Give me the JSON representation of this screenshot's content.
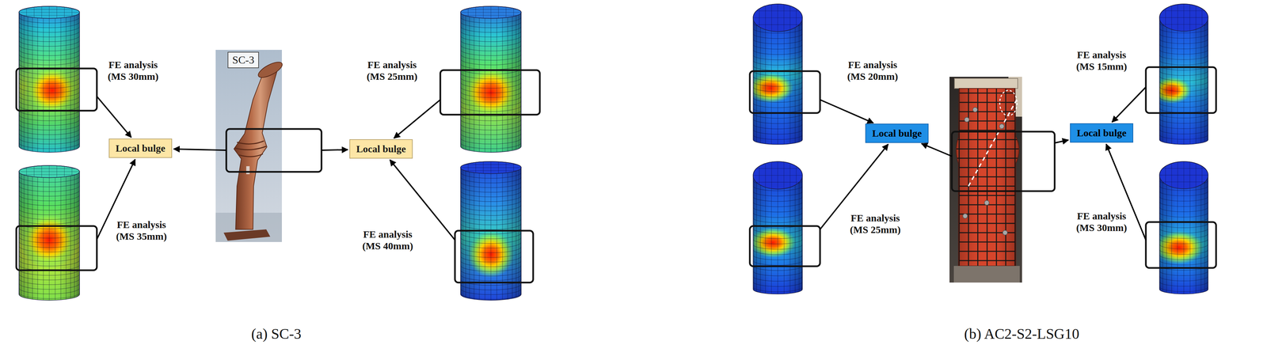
{
  "diagram": {
    "nodes": [
      {
        "text": [
          "Local bulge"
        ]
      },
      {
        "text": [
          "SC-3"
        ]
      },
      {
        "text": [
          "Local bulge"
        ]
      },
      {
        "text": [
          "Local bulge"
        ]
      },
      {
        "text": [
          "Local bulge"
        ]
      }
    ],
    "labels": [
      "FE analysis (MS 30mm)",
      "FE analysis (MS 35mm)",
      "FE analysis (MS 25mm)",
      "FE analysis (MS 40mm)",
      "FE analysis (MS 20mm)",
      "FE analysis (MS 25mm)",
      "FE analysis (MS 15mm)",
      "FE analysis (MS 30mm)",
      "(a) SC-3",
      "(b) AC2-S2-LSG10"
    ]
  }
}
